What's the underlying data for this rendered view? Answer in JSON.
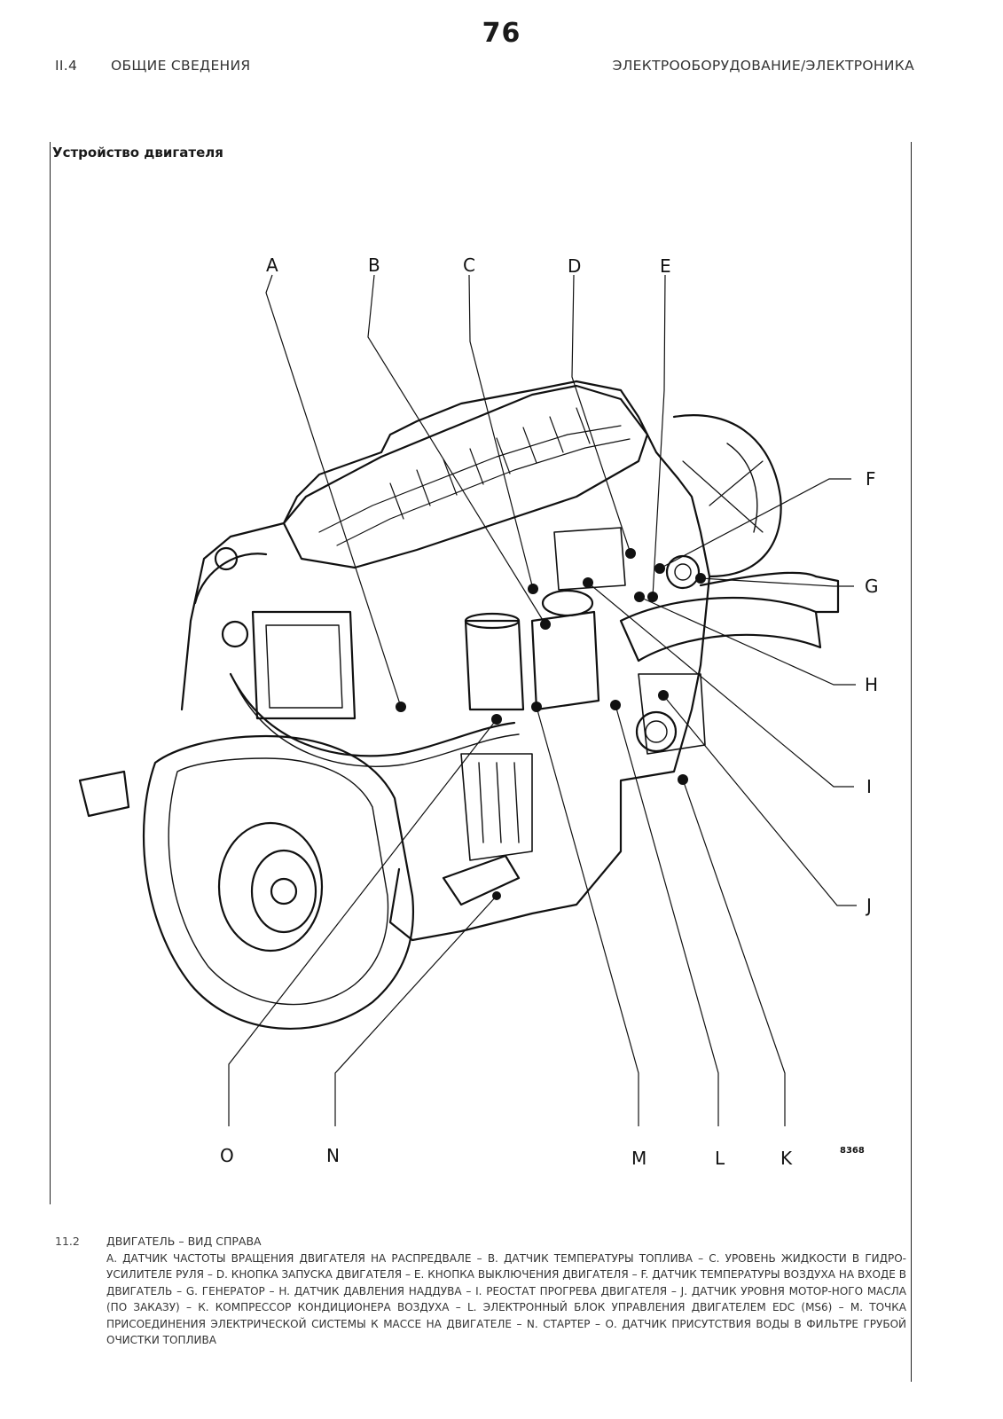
{
  "header": {
    "page_number": "76",
    "section_code": "II.4",
    "section_title": "ОБЩИЕ СВЕДЕНИЯ",
    "chapter_title": "ЭЛЕКТРООБОРУДОВАНИЕ/ЭЛЕКТРОНИКА"
  },
  "section_heading": "Устройство двигателя",
  "figure": {
    "id": "8368",
    "callouts": [
      "A",
      "B",
      "C",
      "D",
      "E",
      "F",
      "G",
      "H",
      "I",
      "J",
      "K",
      "L",
      "M",
      "N",
      "O"
    ]
  },
  "caption": {
    "number": "11.2",
    "title": "ДВИГАТЕЛЬ – ВИД СПРАВА",
    "text": "А. ДАТЧИК ЧАСТОТЫ ВРАЩЕНИЯ ДВИГАТЕЛЯ НА РАСПРЕДВАЛЕ – В. ДАТЧИК ТЕМПЕРАТУРЫ ТОПЛИВА – С. УРОВЕНЬ ЖИДКОСТИ В ГИДРО-УСИЛИТЕЛЕ РУЛЯ – D. КНОПКА ЗАПУСКА ДВИГАТЕЛЯ – Е. КНОПКА ВЫКЛЮЧЕНИЯ ДВИГАТЕЛЯ – F. ДАТЧИК ТЕМПЕРАТУРЫ ВОЗДУХА НА ВХОДЕ В ДВИГАТЕЛЬ – G. ГЕНЕРАТОР – H. ДАТЧИК ДАВЛЕНИЯ НАДДУВА – I. РЕОСТАТ ПРОГРЕВА ДВИГАТЕЛЯ – J. ДАТЧИК УРОВНЯ МОТОР-НОГО МАСЛА (ПО ЗАКАЗУ) – К. КОМПРЕССОР КОНДИЦИОНЕРА ВОЗДУХА – L. ЭЛЕКТРОННЫЙ БЛОК УПРАВЛЕНИЯ ДВИГАТЕЛЕМ EDC (MS6) – М. ТОЧКА ПРИСОЕДИНЕНИЯ ЭЛЕКТРИЧЕСКОЙ СИСТЕМЫ К МАССЕ НА ДВИГАТЕЛЕ – N. СТАРТЕР – О. ДАТЧИК ПРИСУТСТВИЯ ВОДЫ В ФИЛЬТРЕ ГРУБОЙ ОЧИСТКИ ТОПЛИВА"
  }
}
